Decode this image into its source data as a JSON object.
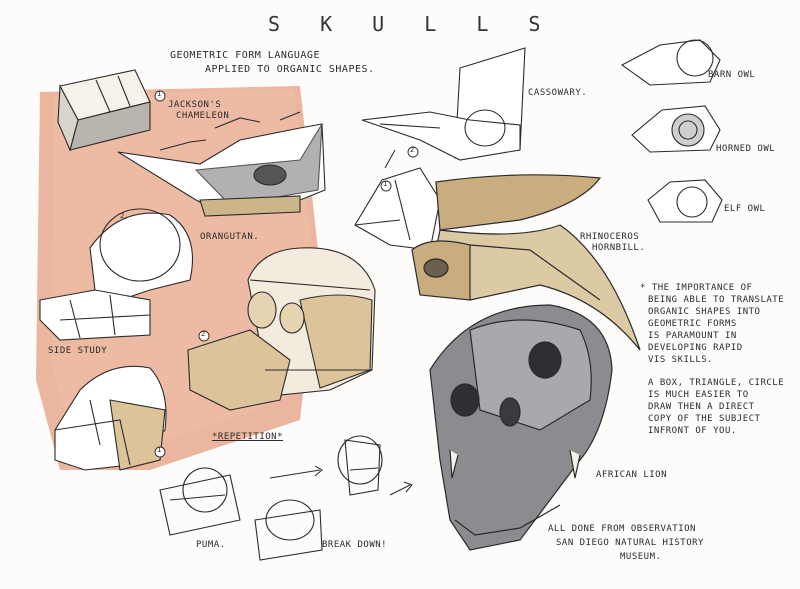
{
  "title": "S K U L L S",
  "subtitle_line1": "Geometric form language",
  "subtitle_line2": "applied to organic shapes.",
  "labels": {
    "chameleon_line1": "Jackson's",
    "chameleon_line2": "Chameleon",
    "orangutan": "Orangutan.",
    "side_study": "Side study",
    "repetition": "*Repetition*",
    "puma": "Puma.",
    "breakdown": "Break down!",
    "cassowary": "Cassowary.",
    "barn_owl": "Barn owl",
    "horned_owl": "Horned owl",
    "elf_owl": "Elf owl",
    "hornbill_line1": "Rhinoceros",
    "hornbill_line2": "Hornbill.",
    "african_lion": "African lion",
    "step_markers": [
      "1",
      "2",
      "1",
      "2",
      "1",
      "2"
    ]
  },
  "notes": {
    "note1_lines": [
      "* The importance of",
      "being able to translate",
      "organic shapes into",
      "geometric forms",
      "is paramount in",
      "developing rapid",
      "vis skills."
    ],
    "note2_lines": [
      "A box, triangle, circle",
      "is much easier to",
      "draw then a direct",
      "copy of the subject",
      "infront of you."
    ],
    "footer_lines": [
      "All done from observation",
      "San Diego Natural History",
      "Museum."
    ]
  },
  "colors": {
    "wash_peach": "#e7a98e",
    "ochre": "#c9ad7e",
    "ochre_light": "#dccaa4",
    "grey_wash": "#8c8c90",
    "ink": "#2b2b2b"
  }
}
